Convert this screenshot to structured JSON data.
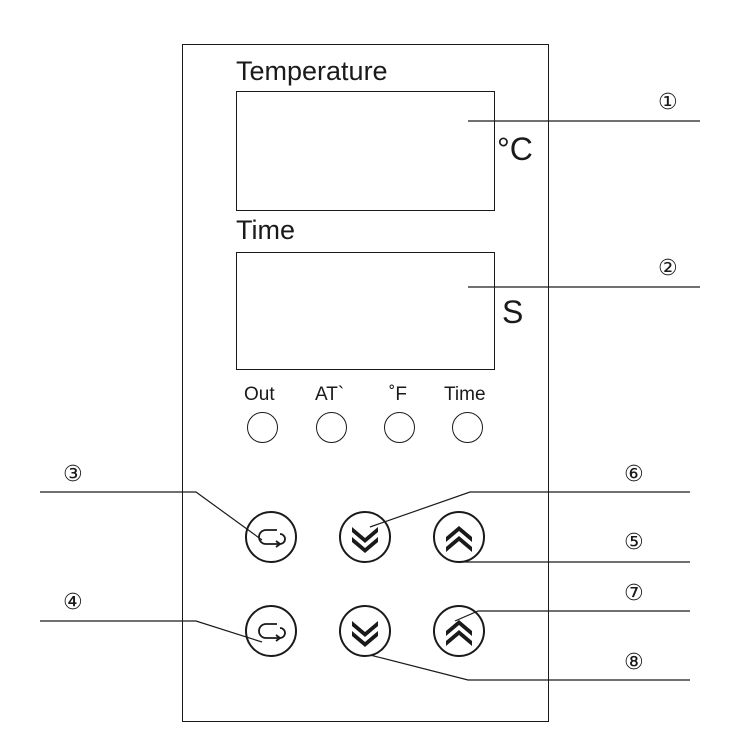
{
  "displays": {
    "temperature": {
      "title": "Temperature",
      "unit": "°C"
    },
    "time": {
      "title": "Time",
      "unit": "S"
    }
  },
  "indicators": [
    {
      "label": "Out"
    },
    {
      "label": "AT`"
    },
    {
      "label": "˚F"
    },
    {
      "label": "Time"
    }
  ],
  "callouts": [
    "①",
    "②",
    "③",
    "④",
    "⑤",
    "⑥",
    "⑦",
    "⑧"
  ],
  "buttons": {
    "top_row": [
      "cycle-icon",
      "chevron-double-down-icon",
      "chevron-double-up-icon"
    ],
    "bottom_row": [
      "cycle-icon",
      "chevron-double-down-icon",
      "chevron-double-up-icon"
    ]
  }
}
